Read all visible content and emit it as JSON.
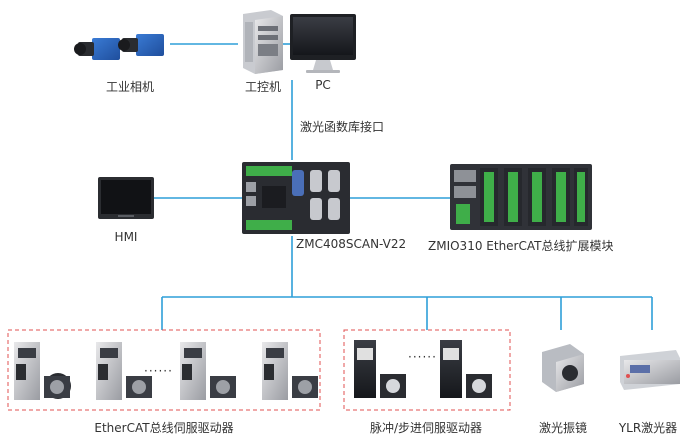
{
  "labels": {
    "camera": "工业相机",
    "ipc": "工控机",
    "pc": "PC",
    "interface": "激光函数库接口",
    "hmi": "HMI",
    "controller": "ZMC408SCAN-V22",
    "io_module": "ZMIO310 EtherCAT总线扩展模块",
    "ethercat_drives": "EtherCAT总线伺服驱动器",
    "pulse_drives": "脉冲/步进伺服驱动器",
    "galvo": "激光振镜",
    "laser": "YLR激光器",
    "ellipsis_left": "······",
    "ellipsis_right": "······"
  },
  "colors": {
    "link": "#2e9fd8",
    "group_border": "#e05050",
    "text": "#333333"
  }
}
